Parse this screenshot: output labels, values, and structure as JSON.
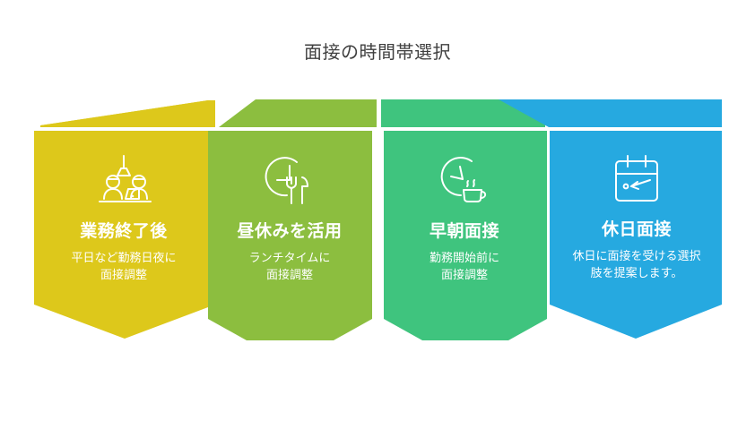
{
  "header": {
    "title": "面接の時間帯選択"
  },
  "colors": {
    "background": "#ffffff",
    "title_text": "#3f3f3f",
    "panel_1": "#ddc81b",
    "panel_1_fold": "#d9c317",
    "panel_2": "#8cbe3f",
    "panel_2_fold": "#8cbe3f",
    "panel_3": "#3fc47e",
    "panel_3_fold": "#3fc47e",
    "panel_4": "#26a9e0",
    "panel_4_fold": "#26a9e0",
    "panel_text": "#ffffff"
  },
  "panels": [
    {
      "id": "after-work",
      "icon": "people-at-desk-lamp-icon",
      "heading": "業務終了後",
      "description": "平日など勤務日夜に\n面接調整",
      "color": "#ddc81b"
    },
    {
      "id": "lunch-break",
      "icon": "clock-fork-knife-icon",
      "heading": "昼休みを活用",
      "description": "ランチタイムに\n面接調整",
      "color": "#8cbe3f"
    },
    {
      "id": "early-morning",
      "icon": "clock-coffee-cup-icon",
      "heading": "早朝面接",
      "description": "勤務開始前に\n面接調整",
      "color": "#3fc47e"
    },
    {
      "id": "holiday",
      "icon": "calendar-arrow-icon",
      "heading": "休日面接",
      "description": "休日に面接を受ける選択肢を提案します。",
      "color": "#26a9e0"
    }
  ]
}
